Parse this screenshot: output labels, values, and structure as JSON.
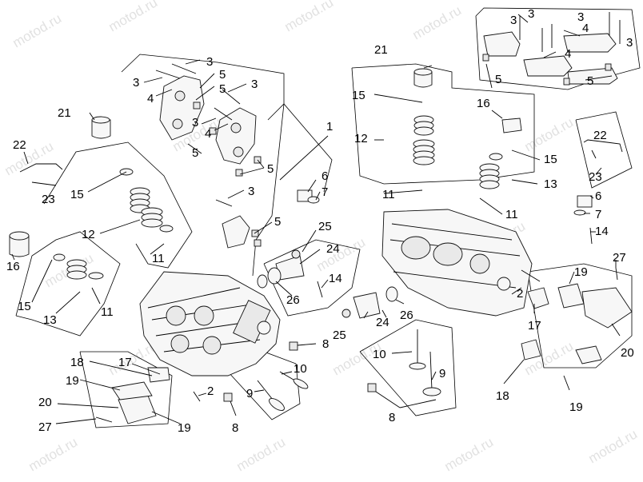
{
  "watermark": "motod.ru",
  "labels": {
    "c1": "1",
    "c2a": "2",
    "c2b": "2",
    "c3a": "3",
    "c3b": "3",
    "c3c": "3",
    "c3d": "3",
    "c3e": "3",
    "c3f": "3",
    "c3g": "3",
    "c3h": "3",
    "c3i": "3",
    "c4a": "4",
    "c4b": "4",
    "c4c": "4",
    "c4d": "4",
    "c5a": "5",
    "c5b": "5",
    "c5c": "5",
    "c5d": "5",
    "c5e": "5",
    "c5f": "5",
    "c6a": "6",
    "c6b": "6",
    "c7a": "7",
    "c7b": "7",
    "c8a": "8",
    "c8b": "8",
    "c8c": "8",
    "c9a": "9",
    "c9b": "9",
    "c10a": "10",
    "c10b": "10",
    "c11a": "11",
    "c11b": "11",
    "c11c": "11",
    "c11d": "11",
    "c12a": "12",
    "c12b": "12",
    "c13a": "13",
    "c13b": "13",
    "c14a": "14",
    "c14b": "14",
    "c15a": "15",
    "c15b": "15",
    "c15c": "15",
    "c15d": "15",
    "c16a": "16",
    "c16b": "16",
    "c17a": "17",
    "c17b": "17",
    "c18a": "18",
    "c18b": "18",
    "c19a": "19",
    "c19b": "19",
    "c19c": "19",
    "c19d": "19",
    "c20a": "20",
    "c20b": "20",
    "c21a": "21",
    "c21b": "21",
    "c22a": "22",
    "c22b": "22",
    "c23a": "23",
    "c23b": "23",
    "c24a": "24",
    "c24b": "24",
    "c25a": "25",
    "c25b": "25",
    "c26a": "26",
    "c26b": "26",
    "c27a": "27",
    "c27b": "27"
  }
}
